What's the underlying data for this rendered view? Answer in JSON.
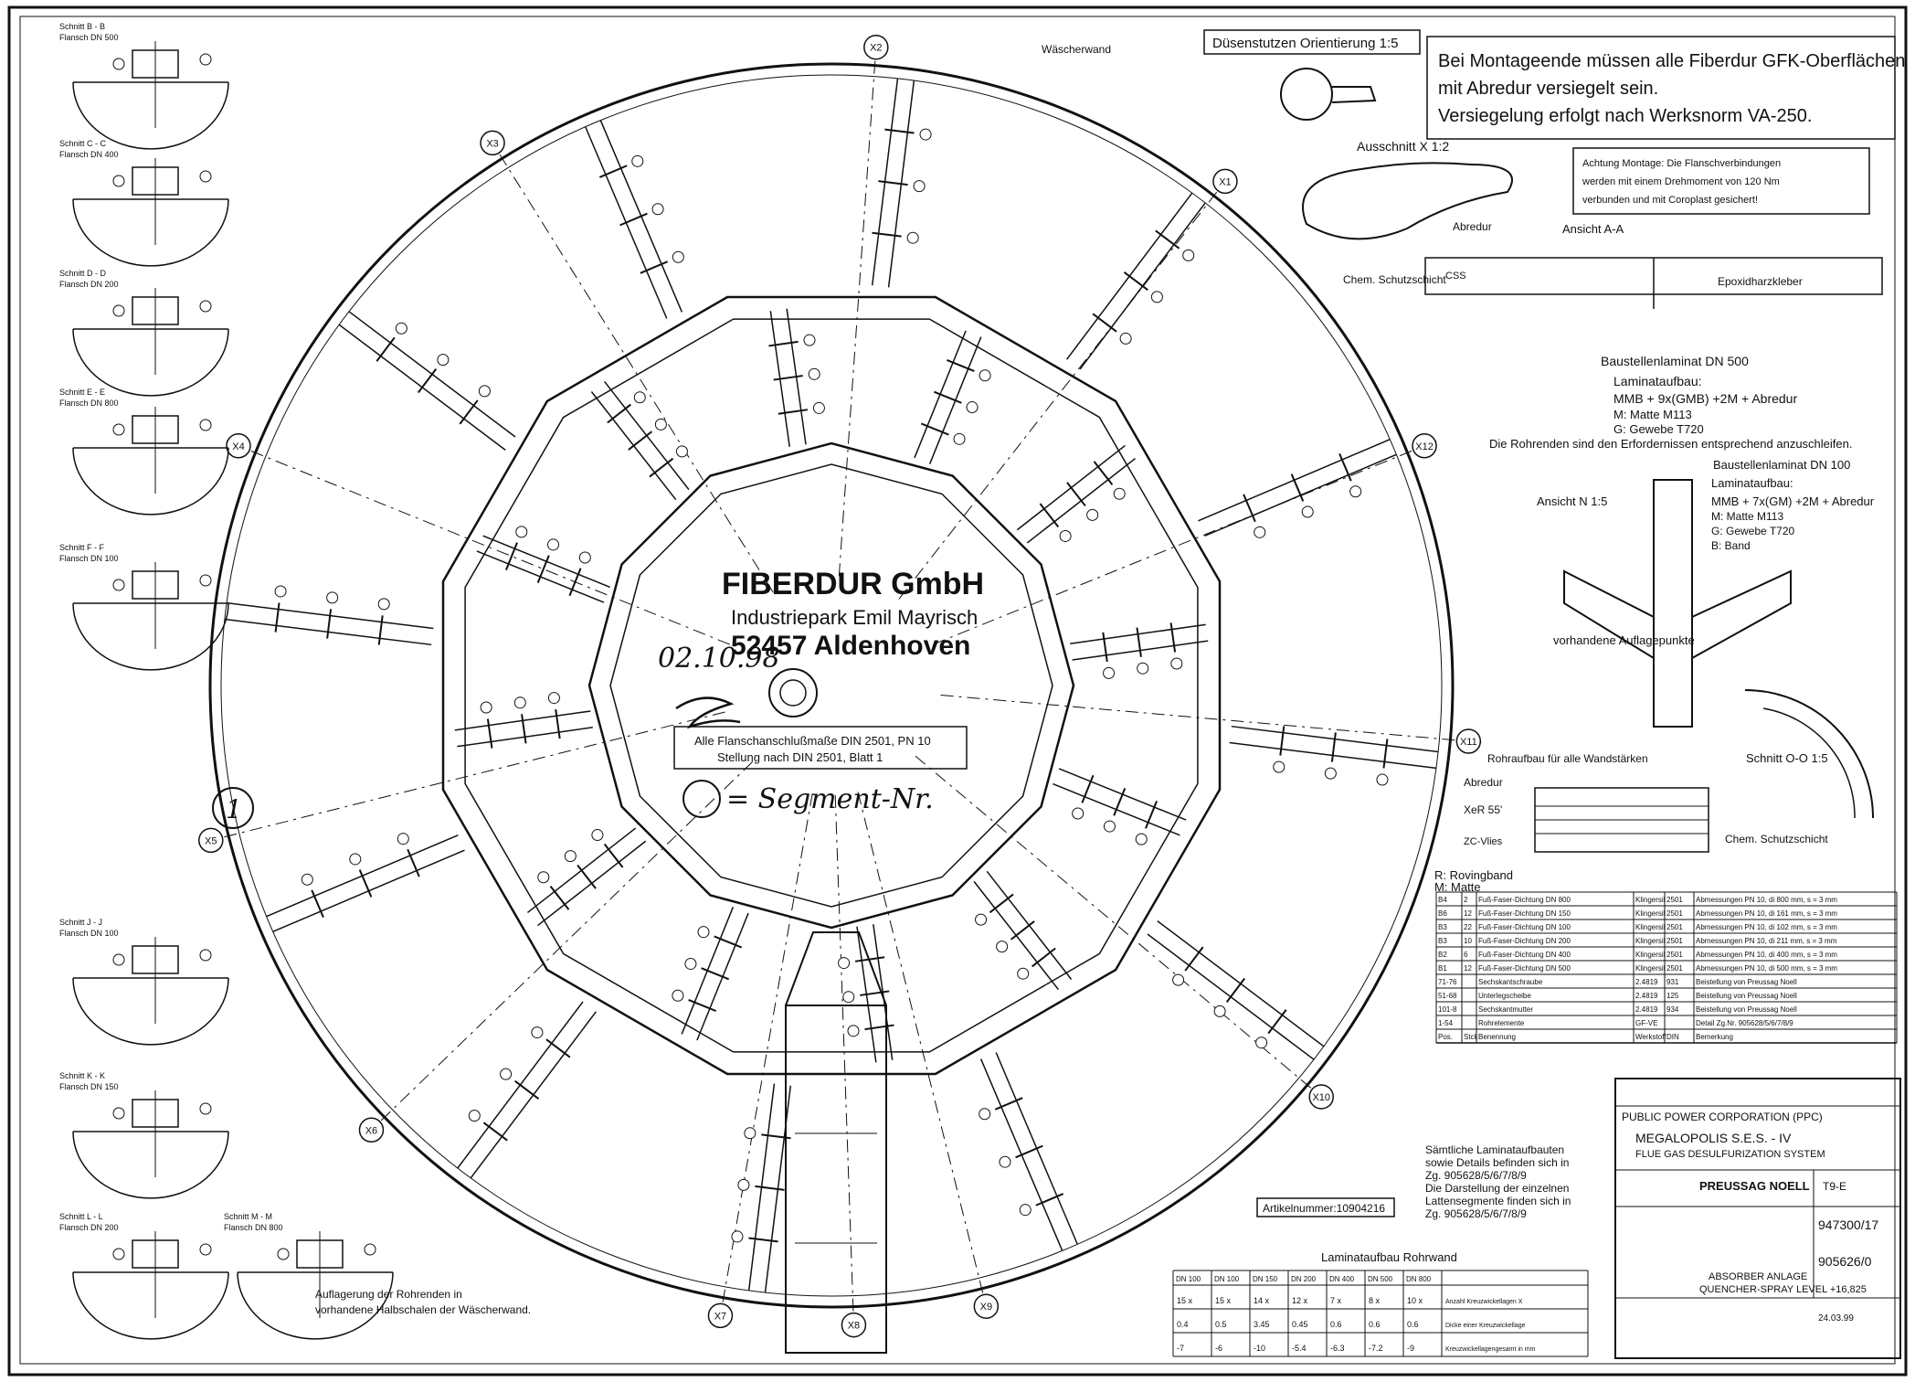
{
  "notes": {
    "main_note": [
      "Bei Montageende müssen alle Fiberdur GFK-Oberflächen",
      "mit Abredur versiegelt sein.",
      "Versiegelung erfolgt nach Werksnorm VA-250."
    ],
    "achtung": [
      "Achtung Montage: Die Flanschverbindungen",
      "werden mit einem Drehmoment von 120 Nm",
      "verbunden und mit Coroplast gesichert!"
    ],
    "flansch_box": [
      "Alle Flanschanschlußmaße DIN 2501, PN 10",
      "Stellung nach DIN 2501, Blatt 1"
    ],
    "segment_note": "= Segment-Nr.",
    "segment_number": "1",
    "lamination_note": [
      "Sämtliche Laminataufbauten",
      "sowie Details befinden sich in",
      "Zg. 905628/5/6/7/8/9",
      "Die Darstellung der einzelnen",
      "Lattensegmente finden sich in",
      "Zg. 905628/5/6/7/8/9"
    ],
    "artikelnummer": "Artikelnummer:10904216",
    "support_note": [
      "Auflagerung der Rohrenden in",
      "vorhandene Halbschalen der Wäscherwand."
    ],
    "rohrenden_note": "Die Rohrenden sind den Erfordernissen entsprechend anzuschleifen.",
    "vorhandene": "vorhandene Auflagepunkte",
    "waescherwand": "Wäscherwand",
    "rohraufbau": "Rohraufbau für alle Wandstärken"
  },
  "stamp": {
    "company": "FIBERDUR GmbH",
    "address": "Industriepark Emil Mayrisch",
    "city": "52457 Aldenhoven",
    "date": "02.10.98"
  },
  "details": {
    "duesen": "Düsenstutzen Orientierung 1:5",
    "ausschnitt": "Ausschnitt X 1:2",
    "ansicht_a": "Ansicht A-A",
    "abredur": "Abredur",
    "chem": "Chem. Schutzschicht",
    "epoxid": "Epoxidharzkleber",
    "css": "CSS",
    "baustellen_500": "Baustellenlaminat DN 500",
    "laminat_500": [
      "Laminataufbau:",
      "MMB + 9x(GMB) +2M + Abredur",
      "M: Matte M113",
      "G: Gewebe T720"
    ],
    "baustellen_100": "Baustellenlaminat DN 100",
    "laminat_100": [
      "Laminataufbau:",
      "MMB + 7x(GM) +2M + Abredur",
      "M: Matte M113",
      "G: Gewebe T720",
      "B: Band"
    ],
    "ansicht_n": "Ansicht N 1:5",
    "schnitt_oo": "Schnitt O-O 1:5",
    "xrr": "XeR 55'",
    "zc_vlies": "ZC-Vlies",
    "legend_r": [
      "R: Rovingband",
      "M: Matte"
    ]
  },
  "sections": [
    {
      "title": "Schnitt B - B",
      "flansch": "Flansch DN 500"
    },
    {
      "title": "Schnitt C - C",
      "flansch": "Flansch DN 400"
    },
    {
      "title": "Schnitt D - D",
      "flansch": "Flansch DN 200"
    },
    {
      "title": "Schnitt E - E",
      "flansch": "Flansch DN 800"
    },
    {
      "title": "Schnitt F - F",
      "flansch": "Flansch DN 100"
    },
    {
      "title": "Schnitt J - J",
      "flansch": "Flansch DN 100"
    },
    {
      "title": "Schnitt K - K",
      "flansch": "Flansch DN 150"
    },
    {
      "title": "Schnitt L - L",
      "flansch": "Flansch DN 200"
    },
    {
      "title": "Schnitt M - M",
      "flansch": "Flansch DN 800"
    }
  ],
  "axis_labels": [
    "X1",
    "X2",
    "X3",
    "X4",
    "X5",
    "X6",
    "X7",
    "X8",
    "X9",
    "X10",
    "X11",
    "X12"
  ],
  "parts_list": {
    "rows": [
      [
        "B4",
        "2",
        "Fuß-Faser-Dichtung DN 800",
        "Klingersil",
        "2501",
        "Abmessungen PN 10, di 800 mm, s = 3 mm"
      ],
      [
        "B6",
        "12",
        "Fuß-Faser-Dichtung DN 150",
        "Klingersil",
        "2501",
        "Abmessungen PN 10, di 161 mm, s = 3 mm"
      ],
      [
        "B3",
        "22",
        "Fuß-Faser-Dichtung DN 100",
        "Klingersil",
        "2501",
        "Abmessungen PN 10, di 102 mm, s = 3 mm"
      ],
      [
        "B3",
        "10",
        "Fuß-Faser-Dichtung DN 200",
        "Klingersil",
        "2501",
        "Abmessungen PN 10, di 211 mm, s = 3 mm"
      ],
      [
        "B2",
        "6",
        "Fuß-Faser-Dichtung DN 400",
        "Klingersil",
        "2501",
        "Abmessungen PN 10, di 400 mm, s = 3 mm"
      ],
      [
        "B1",
        "12",
        "Fuß-Faser-Dichtung DN 500",
        "Klingersil",
        "2501",
        "Abmessungen PN 10, di 500 mm, s = 3 mm"
      ],
      [
        "71-76",
        "",
        "Sechskantschraube",
        "2.4819",
        "931",
        "Beistellung von Preussag Noell"
      ],
      [
        "51-68",
        "",
        "Unterlegscheibe",
        "2.4819",
        "125",
        "Beistellung von Preussag Noell"
      ],
      [
        "101-8",
        "",
        "Sechskantmutter",
        "2.4819",
        "934",
        "Beistellung von Preussag Noell"
      ],
      [
        "1-54",
        "",
        "Rohrelemente",
        "GF-VE",
        "",
        "Detail Zg.Nr. 905628/5/6/7/8/9"
      ],
      [
        "Pos.",
        "Stck",
        "Benennung",
        "Werkstoff",
        "DIN",
        "Bemerkung"
      ]
    ]
  },
  "title_block": {
    "client": "PUBLIC POWER CORPORATION (PPC)",
    "project": [
      "MEGALOPOLIS S.E.S. - IV",
      "FLUE GAS DESULFURIZATION SYSTEM"
    ],
    "company": "PREUSSAG NOELL",
    "numbers": [
      "T9-E",
      "947300/17",
      "905626/0"
    ],
    "view": [
      "ABSORBER ANLAGE",
      "QUENCHER-SPRAY LEVEL +16,825"
    ],
    "date": "24.03.99"
  },
  "lamination_table": {
    "title": "Laminataufbau Rohrwand",
    "header": [
      "DN 100",
      "DN 100",
      "DN 150",
      "DN 200",
      "DN 400",
      "DN 500",
      "DN 800"
    ],
    "rows": [
      [
        "15 x",
        "15 x",
        "14 x",
        "12 x",
        "7 x",
        "8 x",
        "10 x",
        "Anzahl Kreuzwickellagen X"
      ],
      [
        "0.4",
        "0.5",
        "3.45",
        "0.45",
        "0.6",
        "0.6",
        "0.6",
        "Dicke einer Kreuzwickellage"
      ],
      [
        "-7",
        "-6",
        "-10",
        "-5.4",
        "-6.3",
        "-7.2",
        "-9",
        "Kreuzwickellagengesamt in mm"
      ]
    ]
  }
}
